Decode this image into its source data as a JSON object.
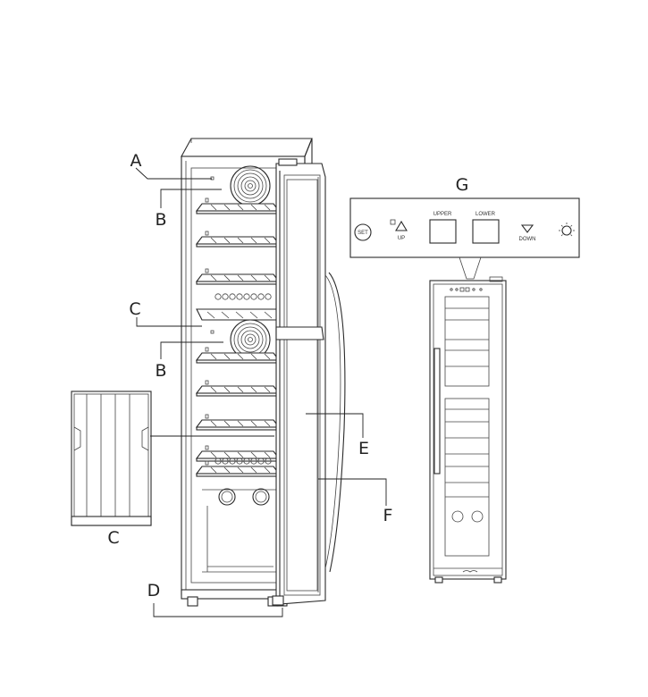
{
  "callouts": {
    "A": "A",
    "B_top": "B",
    "B_bottom": "B",
    "C_middle": "C",
    "C_shelf": "C",
    "D": "D",
    "E": "E",
    "F": "F",
    "G": "G"
  },
  "control_panel": {
    "set_label": "SET",
    "up_label": "UP",
    "upper_label": "UPPER",
    "lower_label": "LOWER",
    "down_label": "DOWN"
  },
  "icons": [
    "fan-icon",
    "set-button-icon",
    "up-arrow-icon",
    "down-arrow-icon",
    "light-icon",
    "lock-icon"
  ]
}
